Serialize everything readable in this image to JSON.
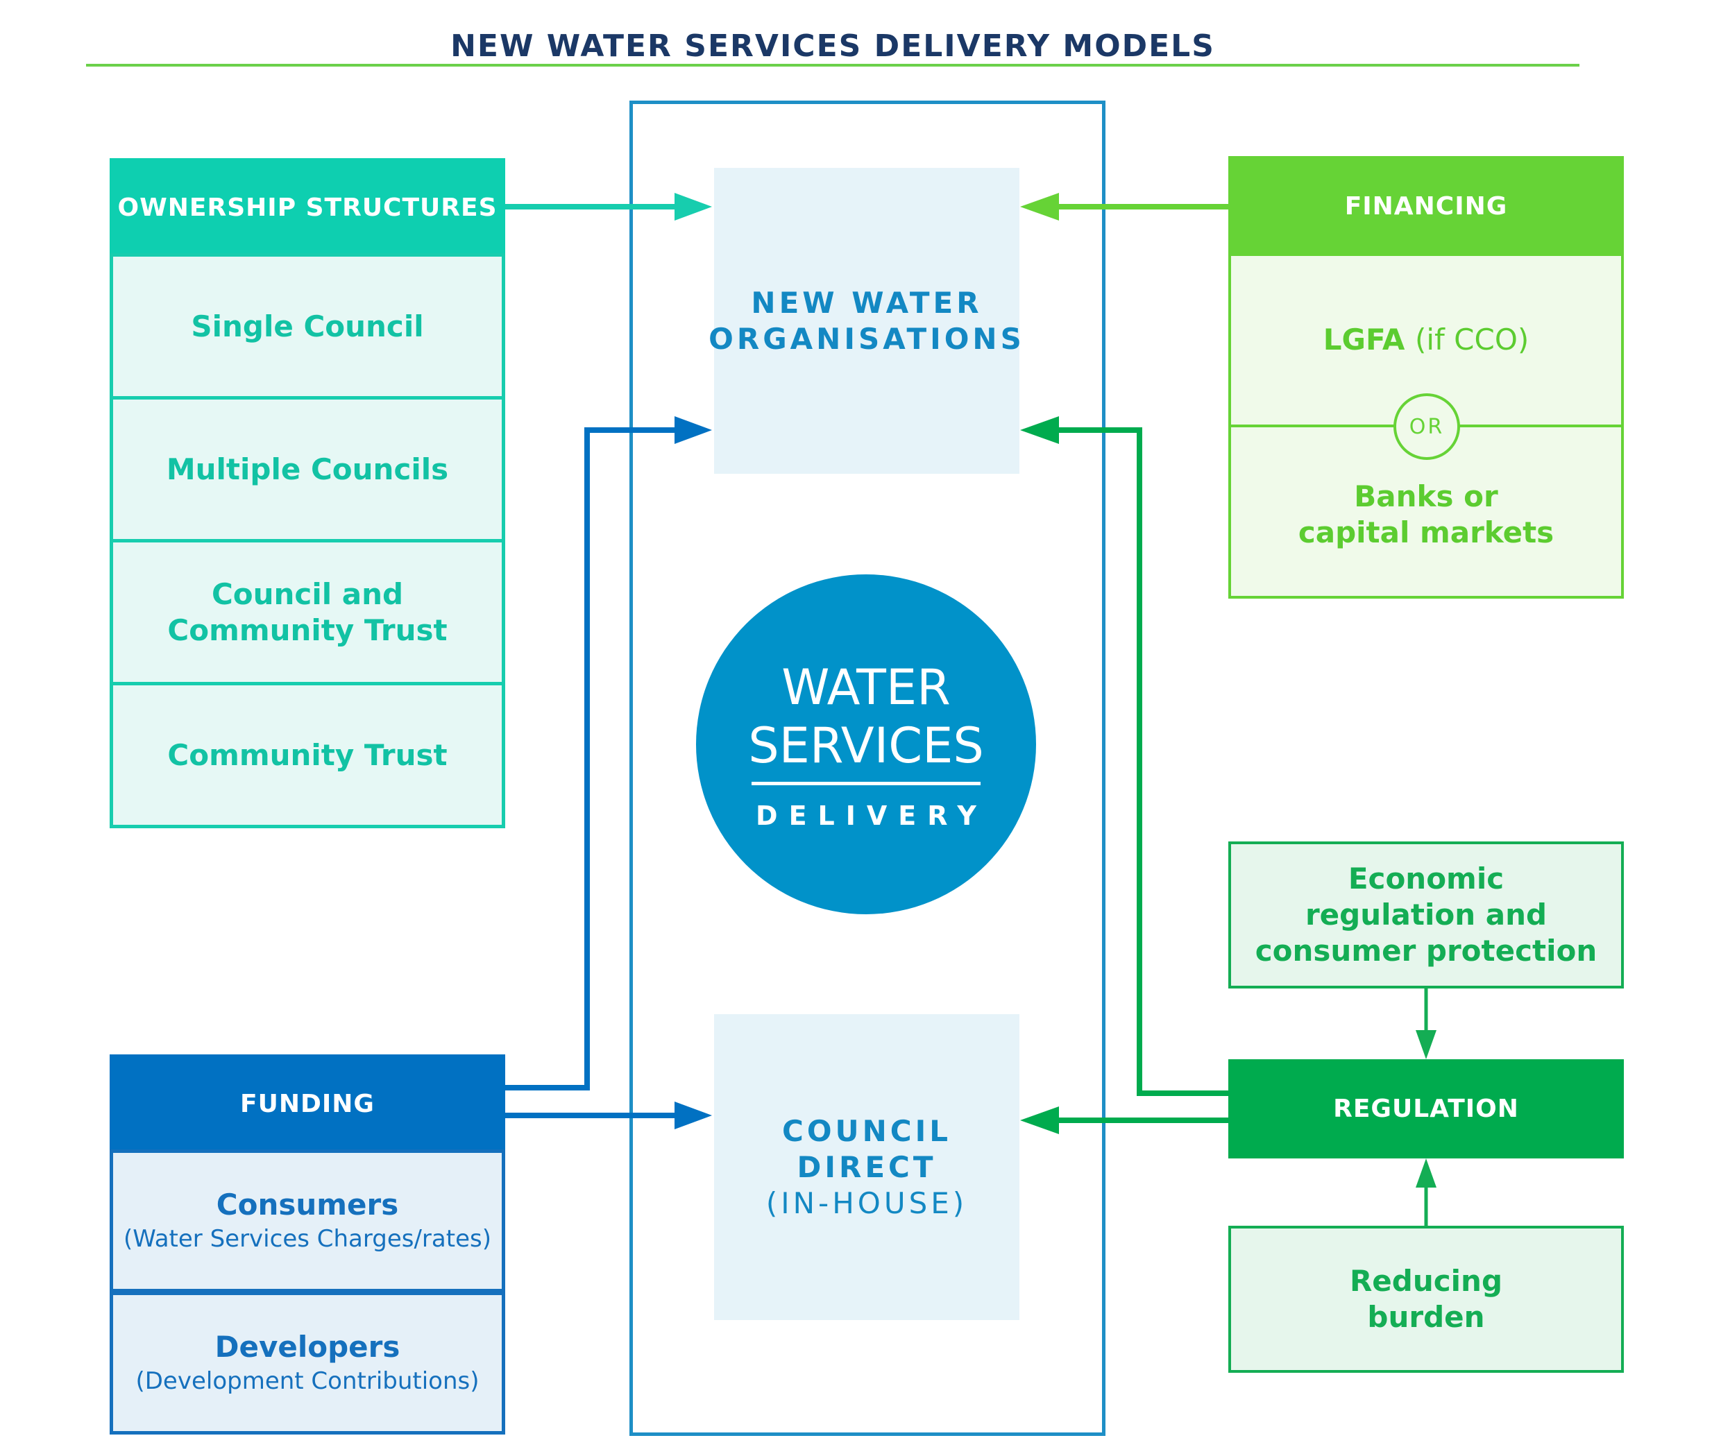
{
  "title": "NEW WATER SERVICES DELIVERY MODELS",
  "ownership": {
    "heading": "OWNERSHIP STRUCTURES",
    "items": [
      "Single Council",
      "Multiple Councils",
      "Council and\nCommunity Trust",
      "Community Trust"
    ]
  },
  "financing": {
    "heading": "FINANCING",
    "option1_bold": "LGFA",
    "option1_light": "(if CCO)",
    "or_label": "OR",
    "option2": "Banks or\ncapital markets"
  },
  "funding": {
    "heading": "FUNDING",
    "items": [
      {
        "label": "Consumers",
        "sub": "(Water Services Charges/rates)"
      },
      {
        "label": "Developers",
        "sub": "(Development Contributions)"
      }
    ]
  },
  "regulation": {
    "heading": "REGULATION",
    "economic": "Economic\nregulation and\nconsumer protection",
    "reducing": "Reducing\nburden"
  },
  "center": {
    "new_org": "NEW WATER\nORGANISATIONS",
    "circle_line1": "WATER",
    "circle_line2": "SERVICES",
    "circle_line3": "DELIVERY",
    "council_line1": "COUNCIL",
    "council_line2": "DIRECT",
    "council_line3": "(IN-HOUSE)"
  },
  "colors": {
    "ownership": "#0ecfb0",
    "financing": "#66d336",
    "funding": "#0171c2",
    "regulation": "#00ab4e",
    "center": "#0192c9"
  }
}
